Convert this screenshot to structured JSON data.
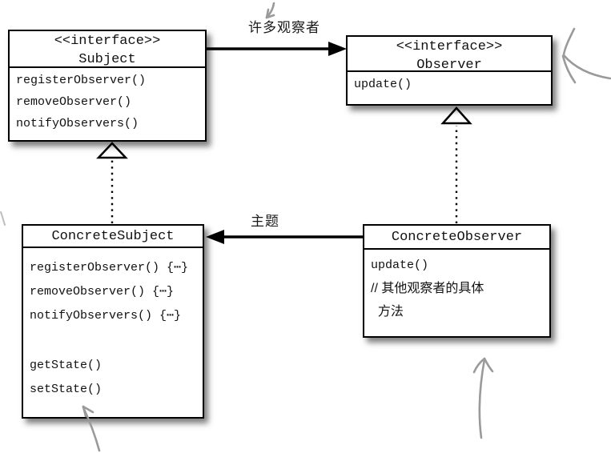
{
  "classes": {
    "subject": {
      "stereotype": "<<interface>>",
      "name": "Subject",
      "methods": [
        "registerObserver()",
        "removeObserver()",
        "notifyObservers()"
      ]
    },
    "observer": {
      "stereotype": "<<interface>>",
      "name": "Observer",
      "methods": [
        "update()"
      ]
    },
    "concrete_subject": {
      "name": "ConcreteSubject",
      "methods_top": [
        "registerObserver() {⋯}",
        "removeObserver() {⋯}",
        "notifyObservers() {⋯}"
      ],
      "methods_bottom": [
        "getState()",
        "setState()"
      ]
    },
    "concrete_observer": {
      "name": "ConcreteObserver",
      "methods": [
        "update()",
        "// 其他观察者的具体",
        "  方法"
      ]
    }
  },
  "edges": {
    "many_observers_label": "许多观察者",
    "topic_label": "主题"
  },
  "colors": {
    "box_border": "#000000",
    "box_fill": "#ffffff",
    "text": "#111111",
    "annotation_gray": "#9a9a9a"
  }
}
